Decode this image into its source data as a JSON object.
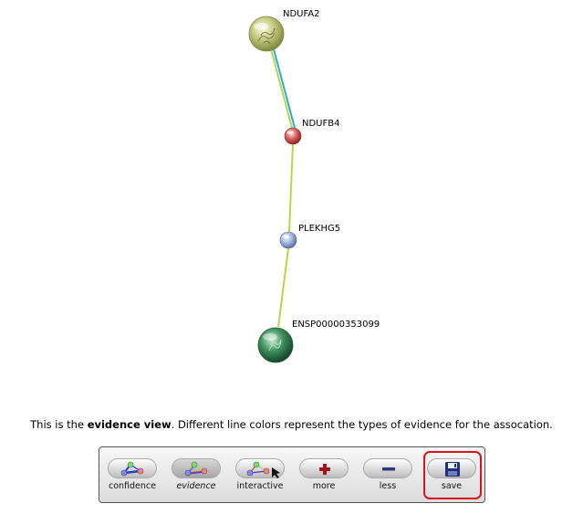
{
  "network": {
    "nodes": [
      {
        "id": "NDUFA2",
        "label": "NDUFA2",
        "color": "#bcc478",
        "has_structure": true
      },
      {
        "id": "NDUFB4",
        "label": "NDUFB4",
        "color": "#d86464",
        "has_structure": false
      },
      {
        "id": "PLEKHG5",
        "label": "PLEKHG5",
        "color": "#9fb4d8",
        "has_structure": false
      },
      {
        "id": "ENSP00000353099",
        "label": "ENSP00000353099",
        "color": "#3f8f5e",
        "has_structure": true
      }
    ],
    "edges": [
      {
        "from": "NDUFA2",
        "to": "NDUFB4",
        "colors": [
          "#b8d843",
          "#2aa7e0"
        ]
      },
      {
        "from": "NDUFB4",
        "to": "PLEKHG5",
        "colors": [
          "#b8d843"
        ]
      },
      {
        "from": "PLEKHG5",
        "to": "ENSP00000353099",
        "colors": [
          "#b8d843"
        ]
      }
    ]
  },
  "caption": {
    "prefix": "This is the ",
    "view_name": "evidence view",
    "suffix": ". Different line colors represent the types of evidence for the assocation."
  },
  "toolbar": {
    "confidence_label": "confidence",
    "evidence_label": "evidence",
    "interactive_label": "interactive",
    "more_label": "more",
    "less_label": "less",
    "save_label": "save",
    "active_view": "evidence",
    "highlighted_button": "save",
    "highlight_color": "#d9141b"
  }
}
